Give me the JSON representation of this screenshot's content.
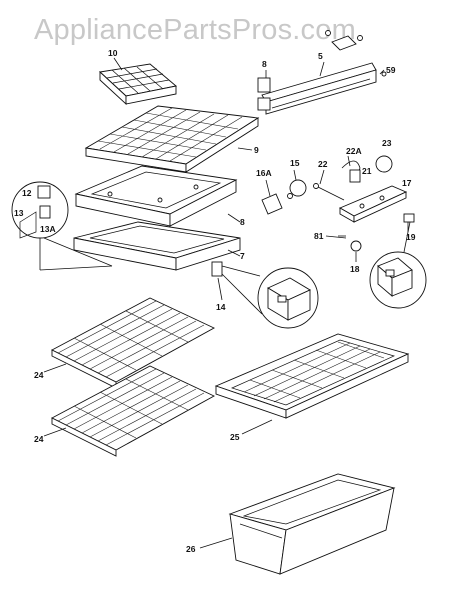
{
  "watermark": "AppliancePartsPros.com",
  "callouts": {
    "c10": "10",
    "c8a": "8",
    "c5": "5",
    "c59": "59",
    "c9": "9",
    "c22a": "22A",
    "c23": "23",
    "c21": "21",
    "c22": "22",
    "c17": "17",
    "c16a": "16A",
    "c15": "15",
    "c12": "12",
    "c13": "13",
    "c13a": "13A",
    "c8": "8",
    "c7": "7",
    "c81": "81",
    "c19": "19",
    "c18": "18",
    "c14": "14",
    "c24a": "24",
    "c24b": "24",
    "c25": "25",
    "c26": "26"
  }
}
